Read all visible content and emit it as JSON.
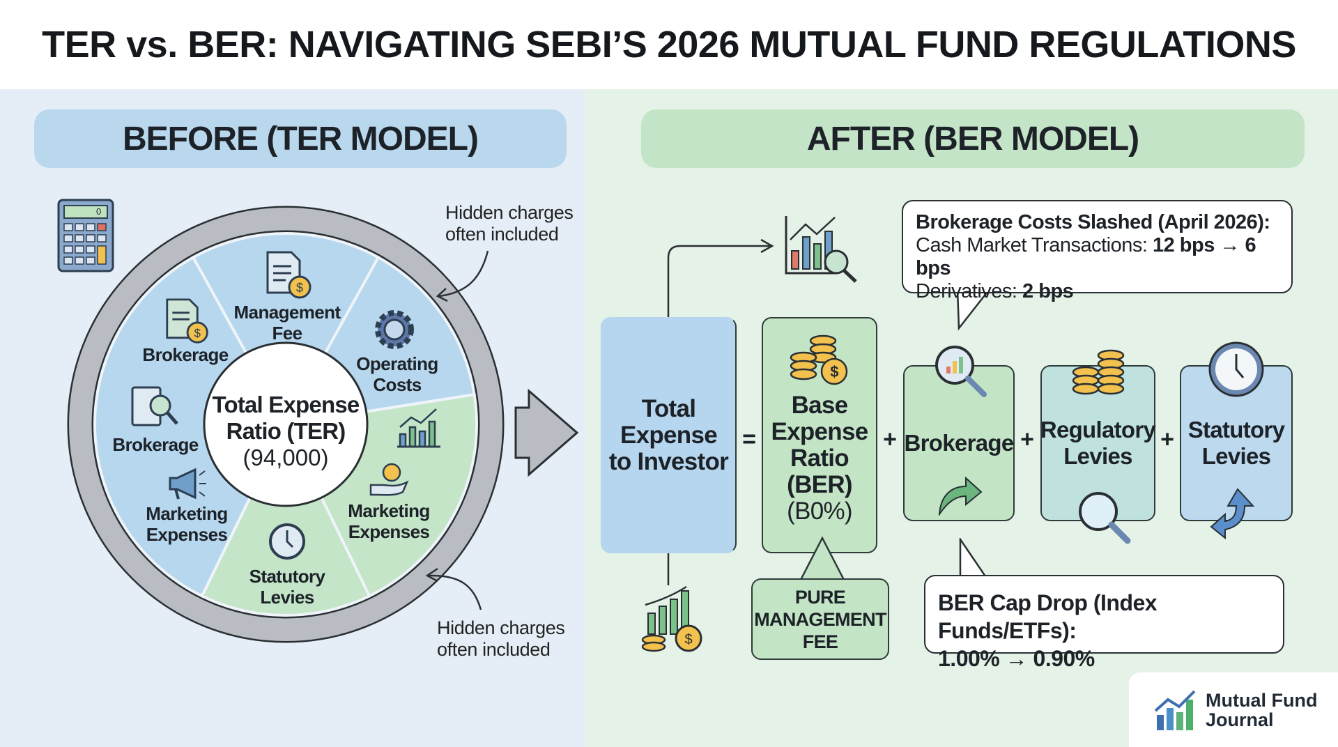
{
  "title": "TER vs. BER: NAVIGATING SEBI’S 2026 MUTUAL FUND REGULATIONS",
  "before": {
    "heading": "BEFORE (TER MODEL)",
    "center": {
      "line1": "Total Expense",
      "line2": "Ratio (TER)",
      "value": "(94,000)"
    },
    "segments": [
      {
        "label1": "Management",
        "label2": "Fee",
        "icon": "document-dollar-icon"
      },
      {
        "label1": "Operating",
        "label2": "Costs",
        "icon": "gear-icon"
      },
      {
        "label1": "Marketing",
        "label2": "Expenses",
        "icon": "hand-money-icon"
      },
      {
        "label1": "Statutory",
        "label2": "Levies",
        "icon": "clock-icon"
      },
      {
        "label1": "Marketing",
        "label2": "Expenses",
        "icon": "megaphone-icon"
      },
      {
        "label1": "Brokerage",
        "label2": "",
        "icon": "clipboard-magnifier-icon"
      },
      {
        "label1": "Brokerage",
        "label2": "",
        "icon": "document-dollar-icon"
      }
    ],
    "note_top": {
      "line1": "Hidden charges",
      "line2": "often included"
    },
    "note_bottom": {
      "line1": "Hidden charges",
      "line2": "often included"
    },
    "calculator_display": "0"
  },
  "after": {
    "heading": "AFTER (BER MODEL)",
    "total": {
      "line1": "Total",
      "line2": "Expense",
      "line3": "to Investor"
    },
    "equals": "=",
    "plus": "+",
    "base": {
      "line1": "Base",
      "line2": "Expense",
      "line3": "Ratio",
      "line4": "(BER)",
      "value": "(B0%)"
    },
    "pure": {
      "line1": "PURE",
      "line2": "MANAGEMENT",
      "line3": "FEE"
    },
    "brokerage": "Brokerage",
    "regulatory": {
      "line1": "Regulatory",
      "line2": "Levies"
    },
    "statutory": {
      "line1": "Statutory",
      "line2": "Levies"
    },
    "callout_top": {
      "title": "Brokerage Costs Slashed (April 2026):",
      "cash_label": "Cash Market Transactions: ",
      "cash_value": "12 bps → 6 bps",
      "deriv_label": "Derivatives: ",
      "deriv_value": "2 bps"
    },
    "callout_bottom": {
      "title": "BER Cap Drop (Index Funds/ETFs):",
      "value": "1.00% → 0.90%"
    }
  },
  "logo": {
    "line1": "Mutual Fund",
    "line2": "Journal"
  },
  "colors": {
    "blue": "#b7d7ee",
    "green": "#c4e5c8",
    "teal": "#bfe2df",
    "ring": "#b9bdc3"
  }
}
